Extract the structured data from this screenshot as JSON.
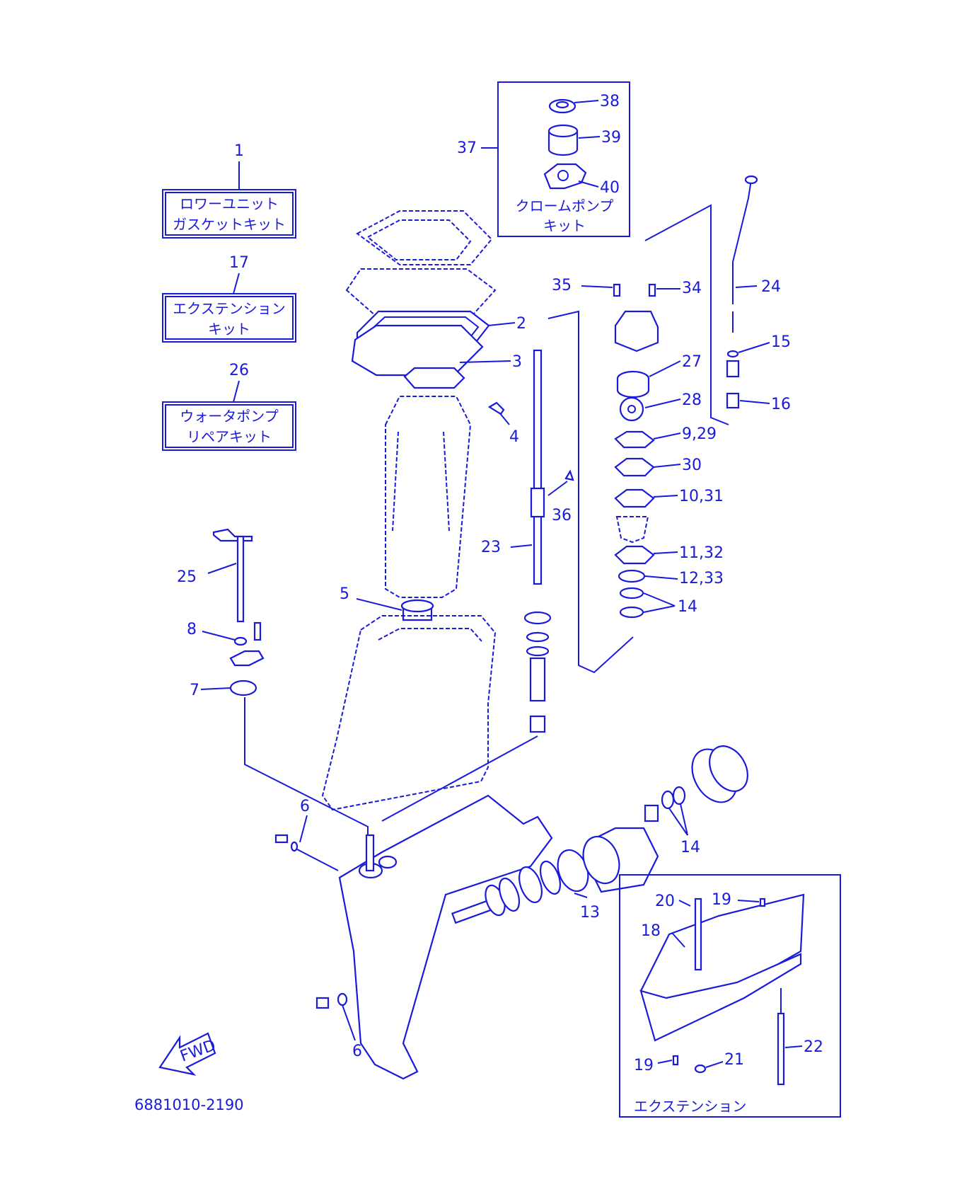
{
  "kits": {
    "k1": {
      "number": "1",
      "line1": "ロワーユニット",
      "line2": "ガスケットキット"
    },
    "k17": {
      "number": "17",
      "line1": "エクステンション",
      "line2": "キット"
    },
    "k26": {
      "number": "26",
      "line1": "ウォータポンプ",
      "line2": "リペアキット"
    },
    "k37": {
      "number": "37",
      "line1": "クロームポンプ",
      "line2": "キット"
    }
  },
  "extension_box_label": "エクステンション",
  "fwd_label": "FWD",
  "part_code": "6881010-2190",
  "callouts": {
    "c2": "2",
    "c3": "3",
    "c4": "4",
    "c5": "5",
    "c6a": "6",
    "c6b": "6",
    "c7": "7",
    "c8": "8",
    "c9_29": "9,29",
    "c10_31": "10,31",
    "c11_32": "11,32",
    "c12_33": "12,33",
    "c13": "13",
    "c14a": "14",
    "c14b": "14",
    "c15": "15",
    "c16": "16",
    "c18": "18",
    "c19a": "19",
    "c19b": "19",
    "c20": "20",
    "c21": "21",
    "c22": "22",
    "c23": "23",
    "c24": "24",
    "c25": "25",
    "c27": "27",
    "c28": "28",
    "c30": "30",
    "c34": "34",
    "c35": "35",
    "c36": "36",
    "c38": "38",
    "c39": "39",
    "c40": "40"
  },
  "colors": {
    "ink": "#1a1adb",
    "background": "#ffffff"
  }
}
